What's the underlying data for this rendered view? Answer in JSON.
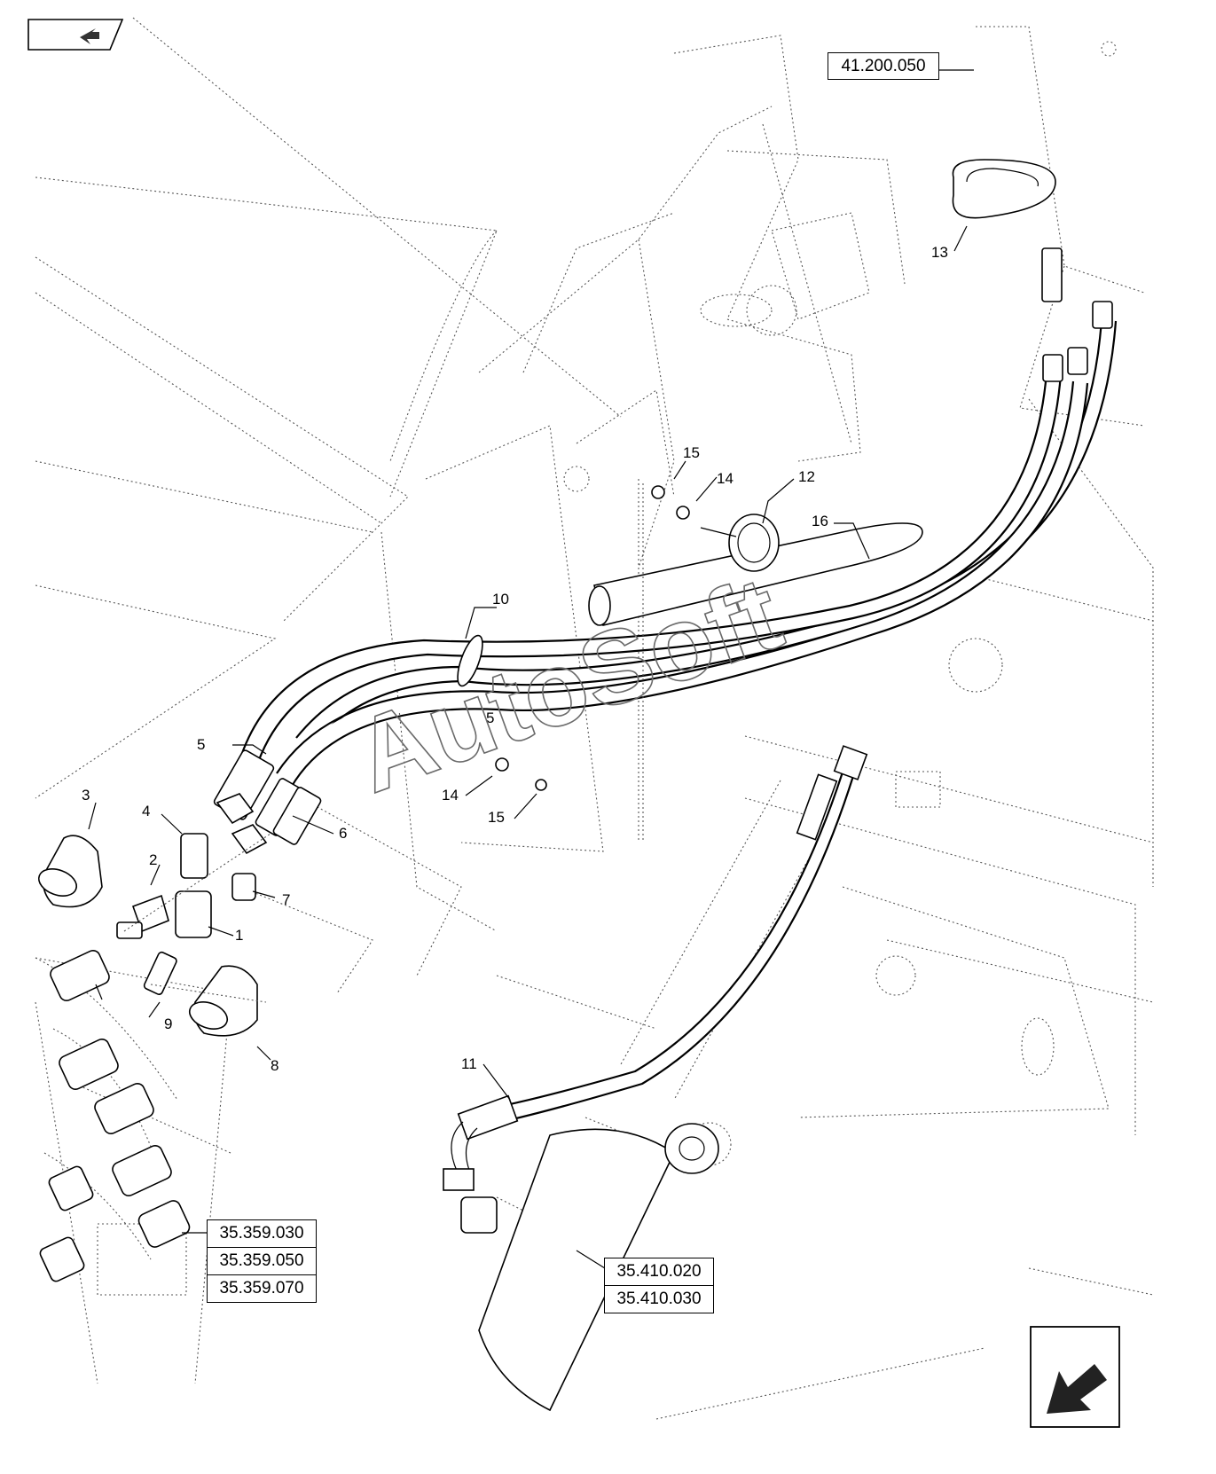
{
  "references": {
    "top_right": "41.200.050",
    "bottom_left": [
      "35.359.030",
      "35.359.050",
      "35.359.070"
    ],
    "bottom_middle": [
      "35.410.020",
      "35.410.030"
    ]
  },
  "callouts": {
    "p1": "1",
    "p2": "2",
    "p3": "3",
    "p4": "4",
    "p5a": "5",
    "p5b": "5",
    "p6": "6",
    "p7": "7",
    "p8": "8",
    "p9": "9",
    "p10": "10",
    "p11": "11",
    "p12": "12",
    "p13": "13",
    "p14a": "14",
    "p14b": "14",
    "p15a": "15",
    "p15b": "15",
    "p16": "16"
  },
  "watermark": "AutoSoft",
  "icons": {
    "previous": "arrow-previous-icon",
    "next": "arrow-next-icon"
  },
  "colors": {
    "line": "#000000",
    "background": "#ffffff",
    "hidden_line": "#555555"
  }
}
